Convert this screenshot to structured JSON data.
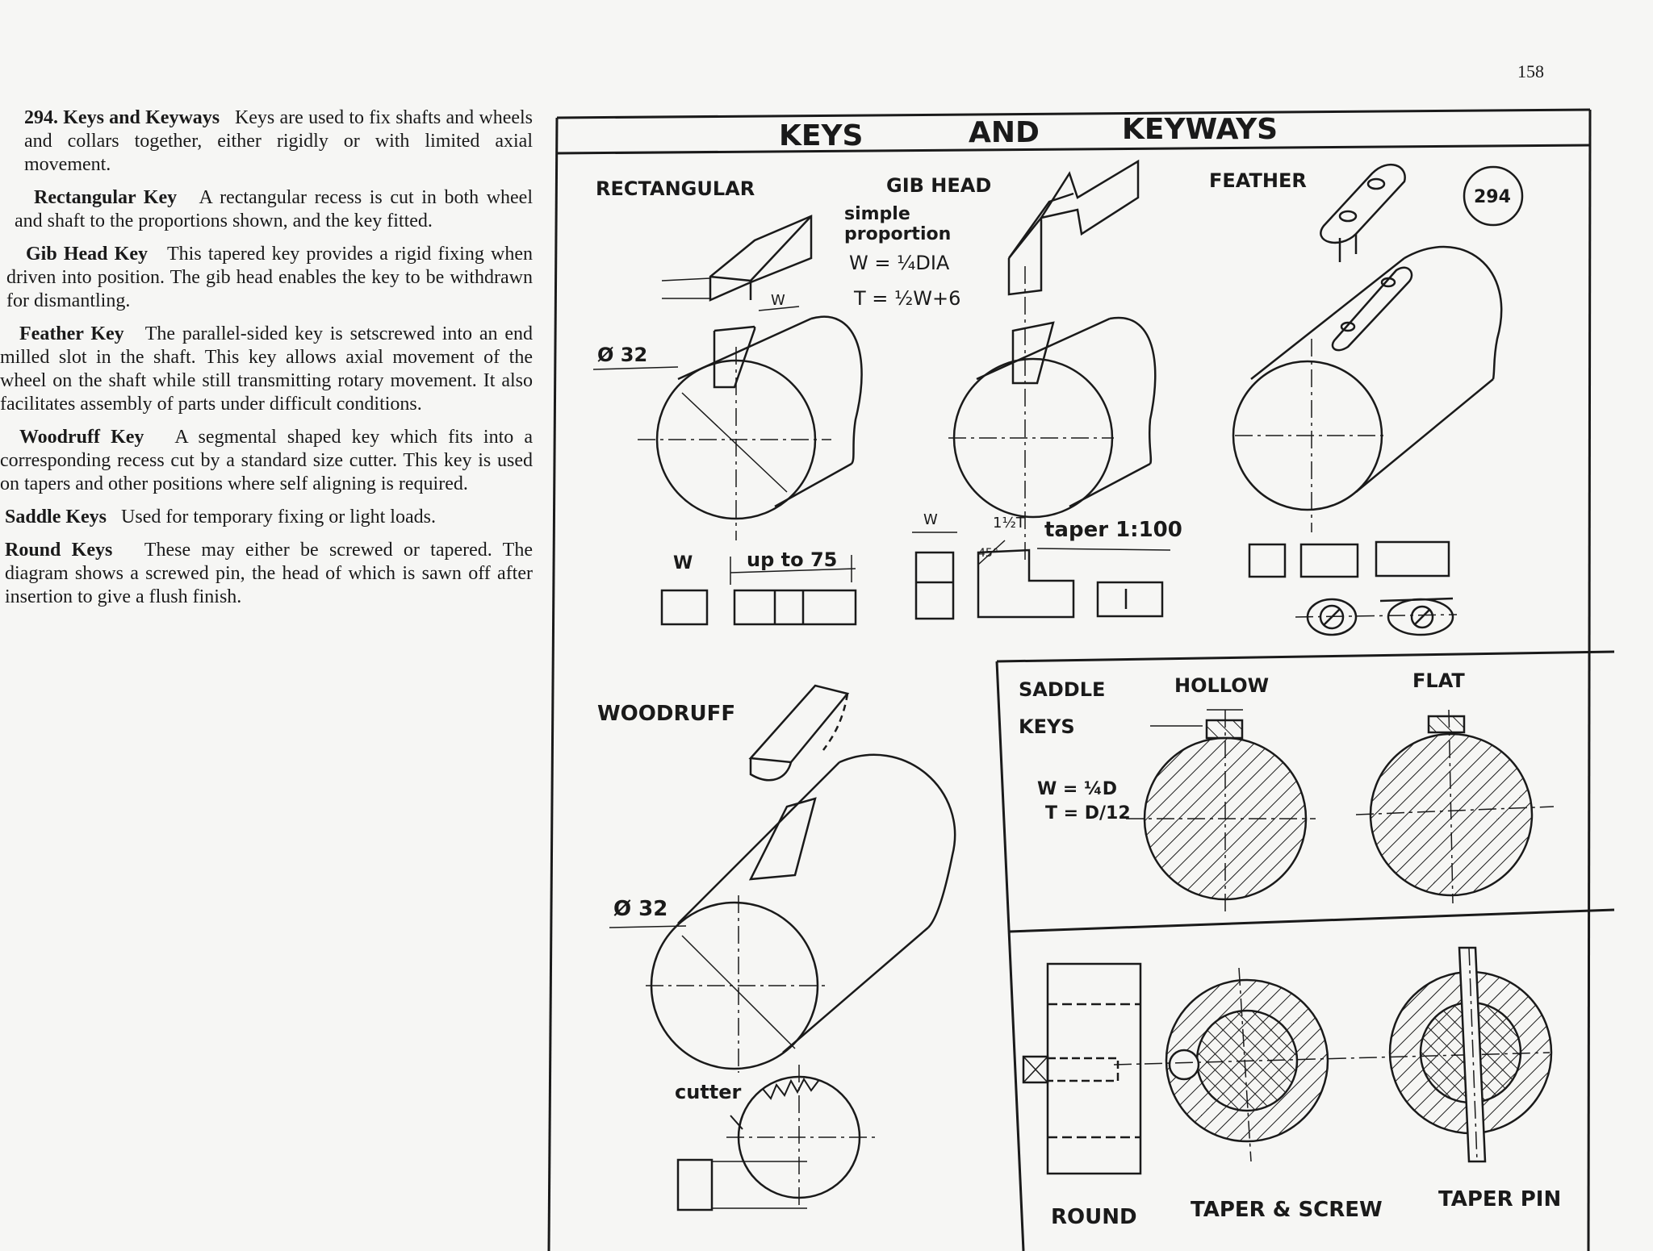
{
  "page_number": "158",
  "text": {
    "sec294_head": "294. Keys and Keyways",
    "sec294_body": "Keys are used to fix shafts and wheels and collars together, either rigidly or with limited axial movement.",
    "rect_head": "Rectangular Key",
    "rect_body": "A rectangular recess is cut in both wheel and shaft to the proportions shown, and the key fitted.",
    "gib_head": "Gib Head Key",
    "gib_body": "This tapered key provides a rigid fixing when driven into position. The gib head enables the key to be withdrawn for dismantling.",
    "feather_head": "Feather Key",
    "feather_body": "The parallel-sided key is setscrewed into an end milled slot in the shaft. This key allows axial movement of the wheel on the shaft while still transmitting rotary movement. It also facilitates assembly of parts under difficult conditions.",
    "woodruff_head": "Woodruff Key",
    "woodruff_body": "A segmental shaped key which fits into a corresponding recess cut by a standard size cutter. This key is used on tapers and other positions where self aligning is required.",
    "saddle_head": "Saddle Keys",
    "saddle_body": "Used for temporary fixing or light loads.",
    "round_head": "Round Keys",
    "round_body": "These may either be screwed or tapered. The diagram shows a screwed pin, the head of which is sawn off after insertion to give a flush finish."
  },
  "drawing": {
    "title_1": "KEYS",
    "title_2": "AND",
    "title_3": "KEYWAYS",
    "sheet_no": "294",
    "rectangular": "RECTANGULAR",
    "gib_head": "GIB HEAD",
    "feather": "FEATHER",
    "simple": "simple",
    "proportion": "proportion",
    "w_formula": "W = ¼DIA",
    "t_formula": "T = ½W+6",
    "dia_1": "Ø 32",
    "dim_w": "W",
    "up_to": "up to  75",
    "gib_w": "W",
    "gib_1t": "1½T",
    "gib_45": "45°",
    "taper": "taper 1:100",
    "woodruff": "WOODRUFF",
    "dia_2": "Ø 32",
    "cutter": "cutter",
    "saddle": "SADDLE",
    "keys": "KEYS",
    "hollow": "HOLLOW",
    "flat": "FLAT",
    "saddle_w": "W = ¼D",
    "saddle_t": "T = D/12",
    "round": "ROUND",
    "taper_screw": "TAPER & SCREW",
    "taper_pin": "TAPER PIN"
  }
}
